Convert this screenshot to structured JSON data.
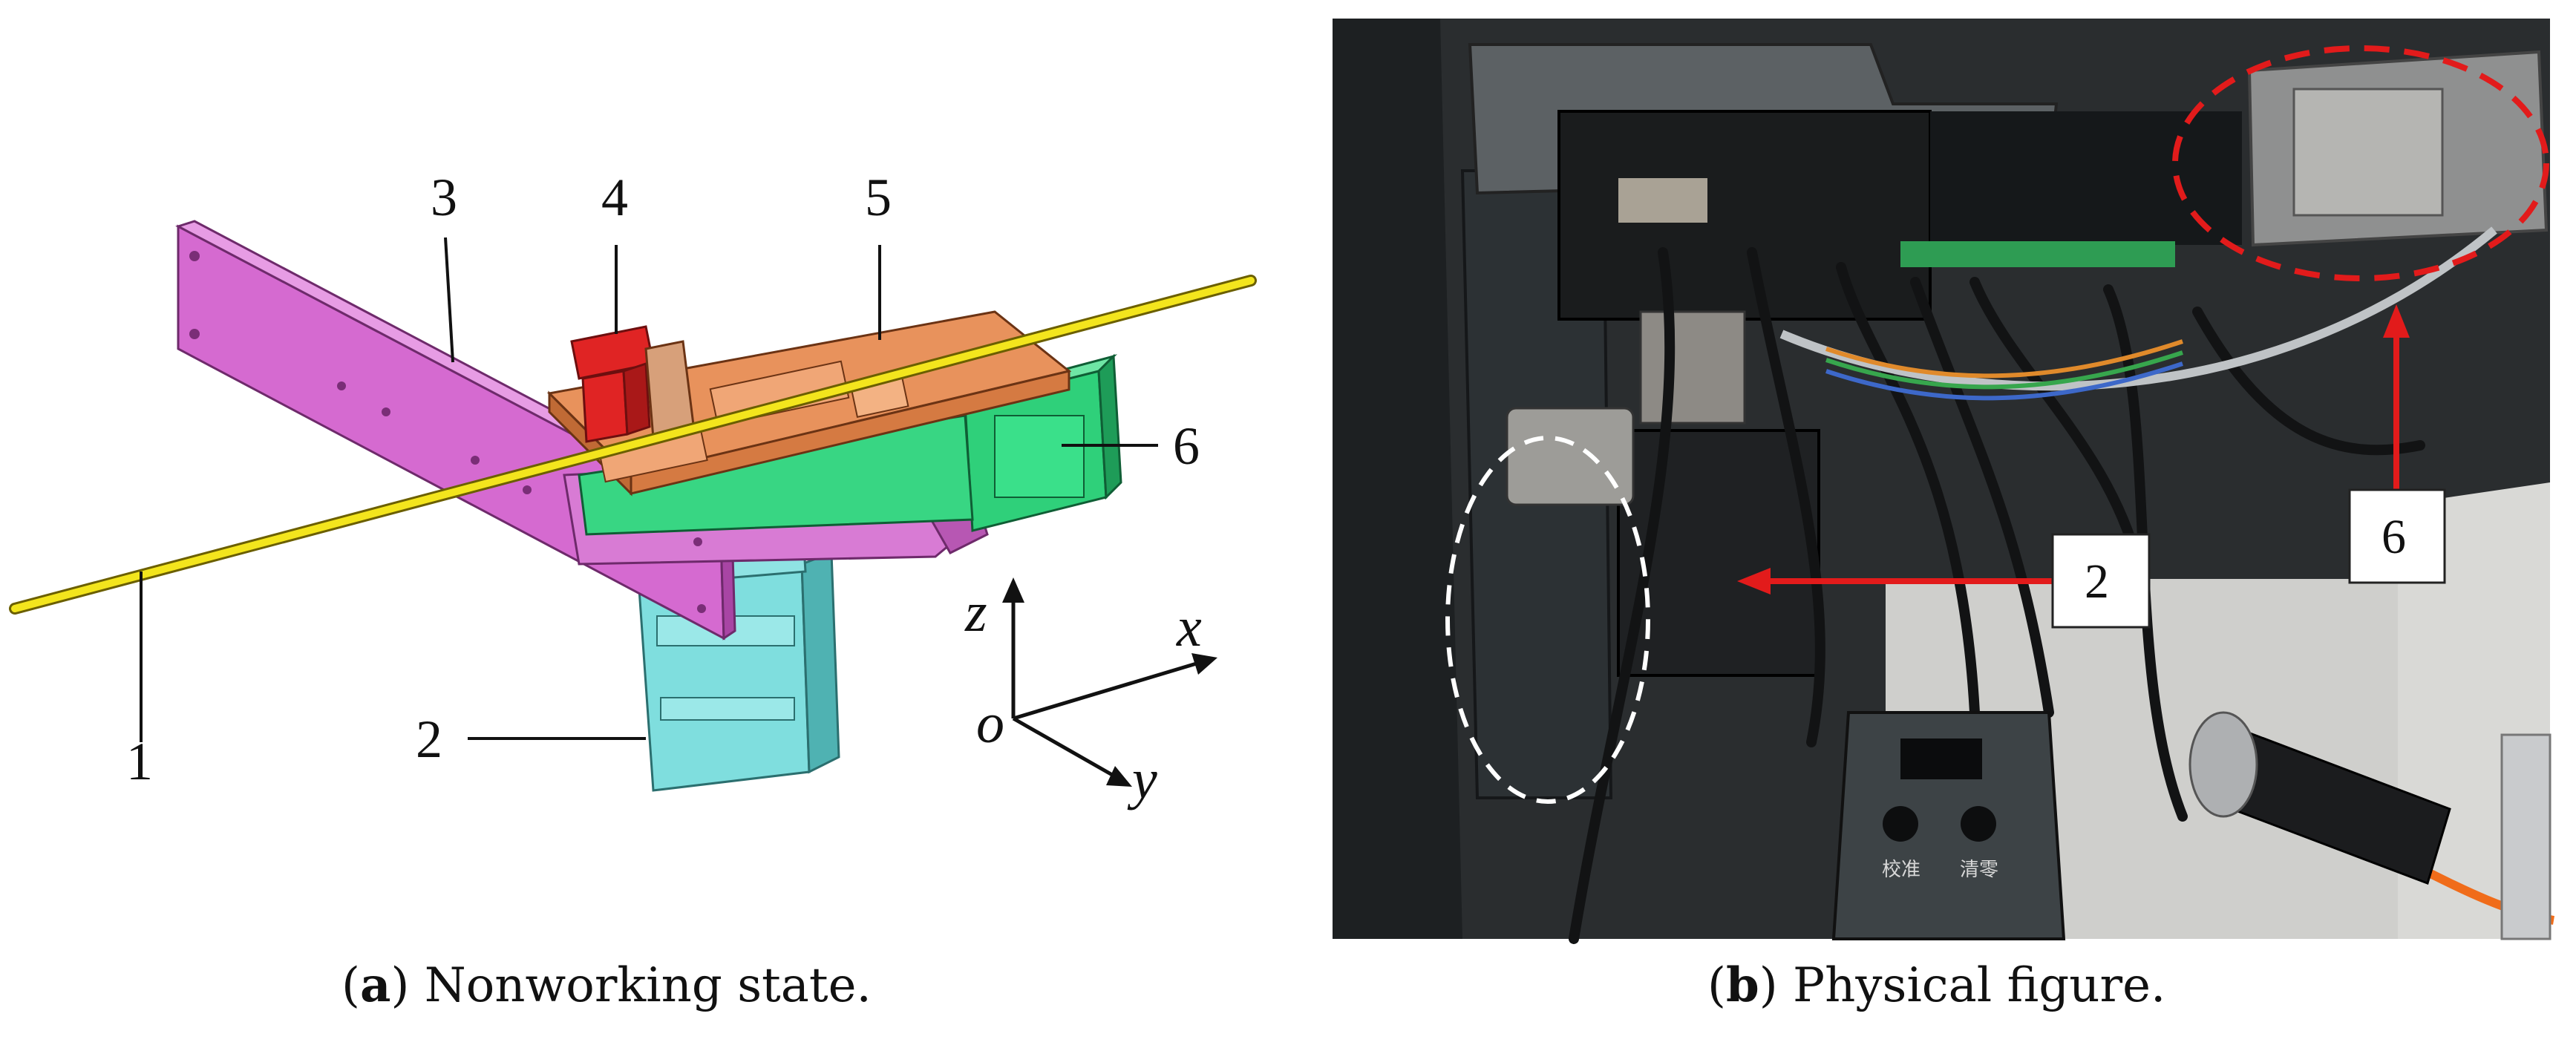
{
  "panel_a": {
    "caption_letter": "a",
    "caption_text": " Nonworking state.",
    "part_labels": [
      "1",
      "2",
      "3",
      "4",
      "5",
      "6"
    ],
    "axes": {
      "z": "z",
      "x": "x",
      "y": "y",
      "origin": "o"
    }
  },
  "panel_b": {
    "caption_letter": "b",
    "caption_text": " Physical figure.",
    "callouts": [
      "2",
      "6"
    ],
    "device_buttons": [
      "校准",
      "清零"
    ]
  },
  "colors": {
    "rail": "#d56ad0",
    "rail_dark": "#a845a4",
    "platform": "#e8925c",
    "platform_dark": "#c06a35",
    "clamp": "#e02424",
    "motor_green": "#2fd07a",
    "motor_green_dark": "#1e9c58",
    "motor_cyan": "#7fdede",
    "motor_cyan_dark": "#4fb2b2",
    "wire": "#f3e51d",
    "callout_arrow": "#e21b1b",
    "ellipse_red": "#e21b1b",
    "ellipse_white": "#ffffff"
  }
}
